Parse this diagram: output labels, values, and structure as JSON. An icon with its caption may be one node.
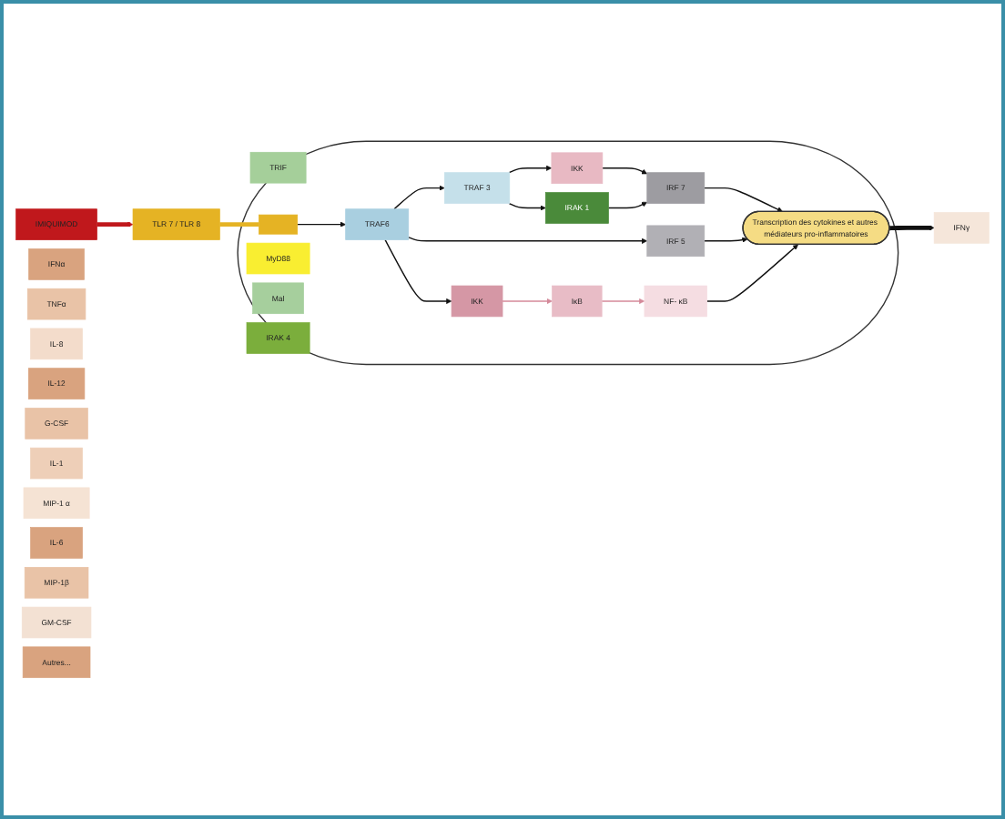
{
  "diagram": {
    "nodes": [
      {
        "text": [
          "IMIQUIMOD"
        ]
      },
      {
        "text": [
          "TLR 7 / TLR 8"
        ]
      },
      {
        "text": [],
        "shape": "ellipse"
      },
      {
        "text": [
          "TRIF"
        ],
        "in": 2
      },
      {
        "text": [],
        "shape": "box",
        "in": 2
      },
      {
        "text": [
          "MyD88"
        ],
        "in": 2
      },
      {
        "text": [
          "Mal"
        ],
        "in": 2
      },
      {
        "text": [
          "IRAK 4"
        ],
        "in": 2
      },
      {
        "text": [
          "TRAF6"
        ],
        "in": 2
      },
      {
        "text": [
          "TRAF 3"
        ],
        "in": 2
      },
      {
        "text": [
          "IKK"
        ],
        "in": 2
      },
      {
        "text": [
          "IRAK 1"
        ],
        "in": 2
      },
      {
        "text": [
          "IRF 7"
        ],
        "in": 2
      },
      {
        "text": [
          "IRF 5"
        ],
        "in": 2
      },
      {
        "text": [
          "IKK"
        ],
        "in": 2
      },
      {
        "text": [
          "IκB"
        ],
        "in": 2
      },
      {
        "text": [
          "NF- κB"
        ],
        "in": 2
      },
      {
        "text": [
          "Transcription des cytokines et autres médiateurs pro-inflammatoires"
        ],
        "in": 2
      },
      {
        "text": [
          "IFNα"
        ]
      },
      {
        "text": [
          "TNFα"
        ]
      },
      {
        "text": [
          "IL-8"
        ]
      },
      {
        "text": [
          "IL-12"
        ]
      },
      {
        "text": [
          "G-CSF"
        ]
      },
      {
        "text": [
          "IFNγ"
        ]
      },
      {
        "text": [
          "IL-1"
        ]
      },
      {
        "text": [
          "MIP-1 α"
        ]
      },
      {
        "text": [
          "IL-6"
        ]
      },
      {
        "text": [
          "MIP-1β"
        ]
      },
      {
        "text": [
          "GM-CSF"
        ]
      },
      {
        "text": [
          "Autres..."
        ]
      }
    ],
    "edges": [
      {
        "from": 0,
        "to": 1,
        "arrow": "to",
        "style": "thick",
        "color": "#c0181c"
      },
      {
        "from": 1,
        "to": 4,
        "arrow": "none",
        "style": "thick",
        "color": "#e5b324"
      },
      {
        "from": 4,
        "to": 8,
        "arrow": "to"
      },
      {
        "from": 8,
        "to": 9,
        "arrow": "to"
      },
      {
        "from": 9,
        "to": 10,
        "arrow": "to"
      },
      {
        "from": 9,
        "to": 11,
        "arrow": "to"
      },
      {
        "from": 10,
        "to": 12,
        "arrow": "to"
      },
      {
        "from": 11,
        "to": 12,
        "arrow": "to"
      },
      {
        "from": 12,
        "to": 17,
        "arrow": "to"
      },
      {
        "from": 8,
        "to": 13,
        "arrow": "to"
      },
      {
        "from": 13,
        "to": 17,
        "arrow": "to"
      },
      {
        "from": 8,
        "to": 14,
        "arrow": "to"
      },
      {
        "from": 14,
        "to": 15,
        "arrow": "to",
        "color": "#d48a9a"
      },
      {
        "from": 15,
        "to": 16,
        "arrow": "to",
        "color": "#d48a9a"
      },
      {
        "from": 16,
        "to": 17,
        "arrow": "to"
      },
      {
        "from": 17,
        "to": 23,
        "arrow": "to",
        "style": "thick"
      }
    ]
  }
}
